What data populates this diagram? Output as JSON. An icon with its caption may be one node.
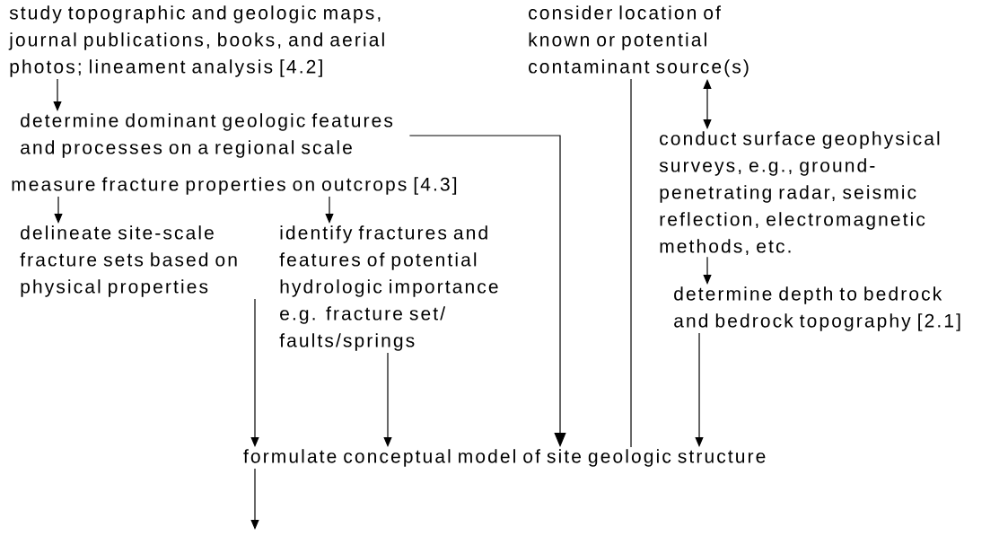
{
  "diagram": {
    "nodes": [
      {
        "text": [
          "study topographic and geologic maps, journal publications, books, and aerial photos; lineament analysis  [4.2]"
        ]
      },
      {
        "text": [
          "consider location of known or potential contaminant source(s)"
        ]
      },
      {
        "text": [
          "determine dominant geologic features and processes on a regional scale"
        ]
      },
      {
        "text": [
          "conduct surface geophysical surveys, e.g., ground-penetrating radar, seismic reflection, electromagnetic methods, etc."
        ]
      },
      {
        "text": [
          "measure fracture properties on outcrops  [4.3]"
        ]
      },
      {
        "text": [
          "delineate site-scale fracture sets based on physical properties"
        ]
      },
      {
        "text": [
          "identify fractures and features of potential hydrologic importance e.g. fracture set/ faults/springs"
        ]
      },
      {
        "text": [
          "determine depth to bedrock and bedrock topography  [2.1]"
        ]
      },
      {
        "text": [
          "formulate conceptual model of site geologic structure"
        ]
      }
    ],
    "edges": [
      {
        "from": 0,
        "to": 2,
        "arrow": "to"
      },
      {
        "from": 1,
        "to": 3,
        "arrow": "both"
      },
      {
        "from": 2,
        "to": 8,
        "arrow": "to"
      },
      {
        "from": 4,
        "to": 5,
        "arrow": "to"
      },
      {
        "from": 4,
        "to": 6,
        "arrow": "to"
      },
      {
        "from": 5,
        "to": 8,
        "arrow": "to"
      },
      {
        "from": 6,
        "to": 8,
        "arrow": "to"
      },
      {
        "from": 1,
        "to": 8,
        "arrow": "none"
      },
      {
        "from": 3,
        "to": 7,
        "arrow": "to"
      },
      {
        "from": 7,
        "to": 8,
        "arrow": "to"
      },
      {
        "from": 8,
        "to": null,
        "arrow": "to"
      }
    ]
  }
}
